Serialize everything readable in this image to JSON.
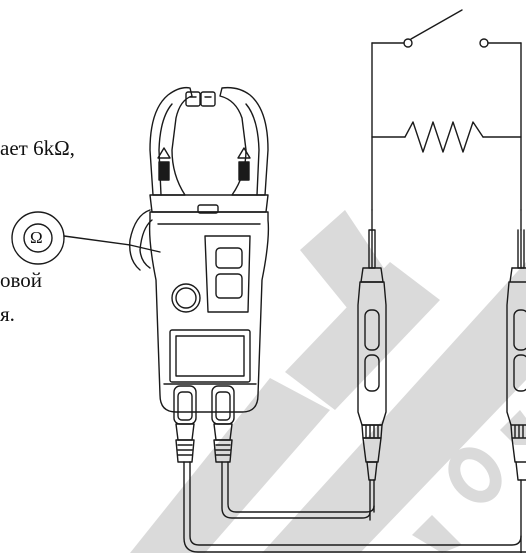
{
  "manual_page": {
    "text_fragments": [
      "ает 6kΩ,",
      "овой",
      "я."
    ],
    "ohm_bubble_symbol": "Ω",
    "meter_mode_symbol": "Ω"
  },
  "icons": {
    "meter": "clamp-meter-icon",
    "resistor": "resistor-icon",
    "switch": "switch-icon",
    "probe": "test-probe-icon",
    "watermark": "watermark-logo"
  },
  "colors": {
    "line": "#1a1a1a",
    "watermark": "#d9d9d9",
    "background": "#ffffff"
  }
}
